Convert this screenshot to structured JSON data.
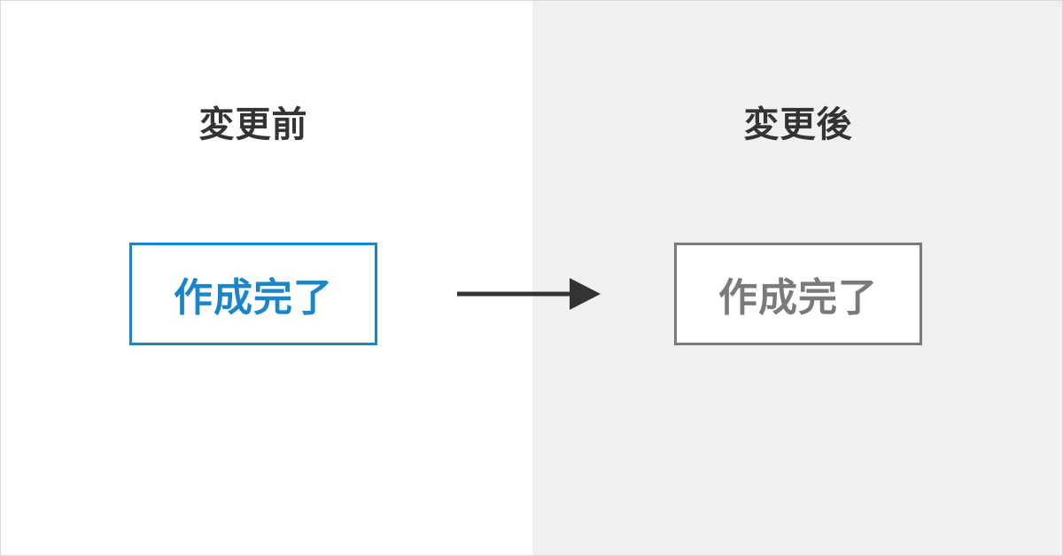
{
  "before": {
    "heading": "変更前",
    "button_label": "作成完了",
    "color": "#1a85c8"
  },
  "after": {
    "heading": "変更後",
    "button_label": "作成完了",
    "color": "#7a7a7a"
  },
  "colors": {
    "left_background": "#ffffff",
    "right_background": "#f0f0f0",
    "heading_text": "#333333",
    "arrow": "#333333"
  },
  "icons": {
    "transition": "arrow-right-icon"
  }
}
